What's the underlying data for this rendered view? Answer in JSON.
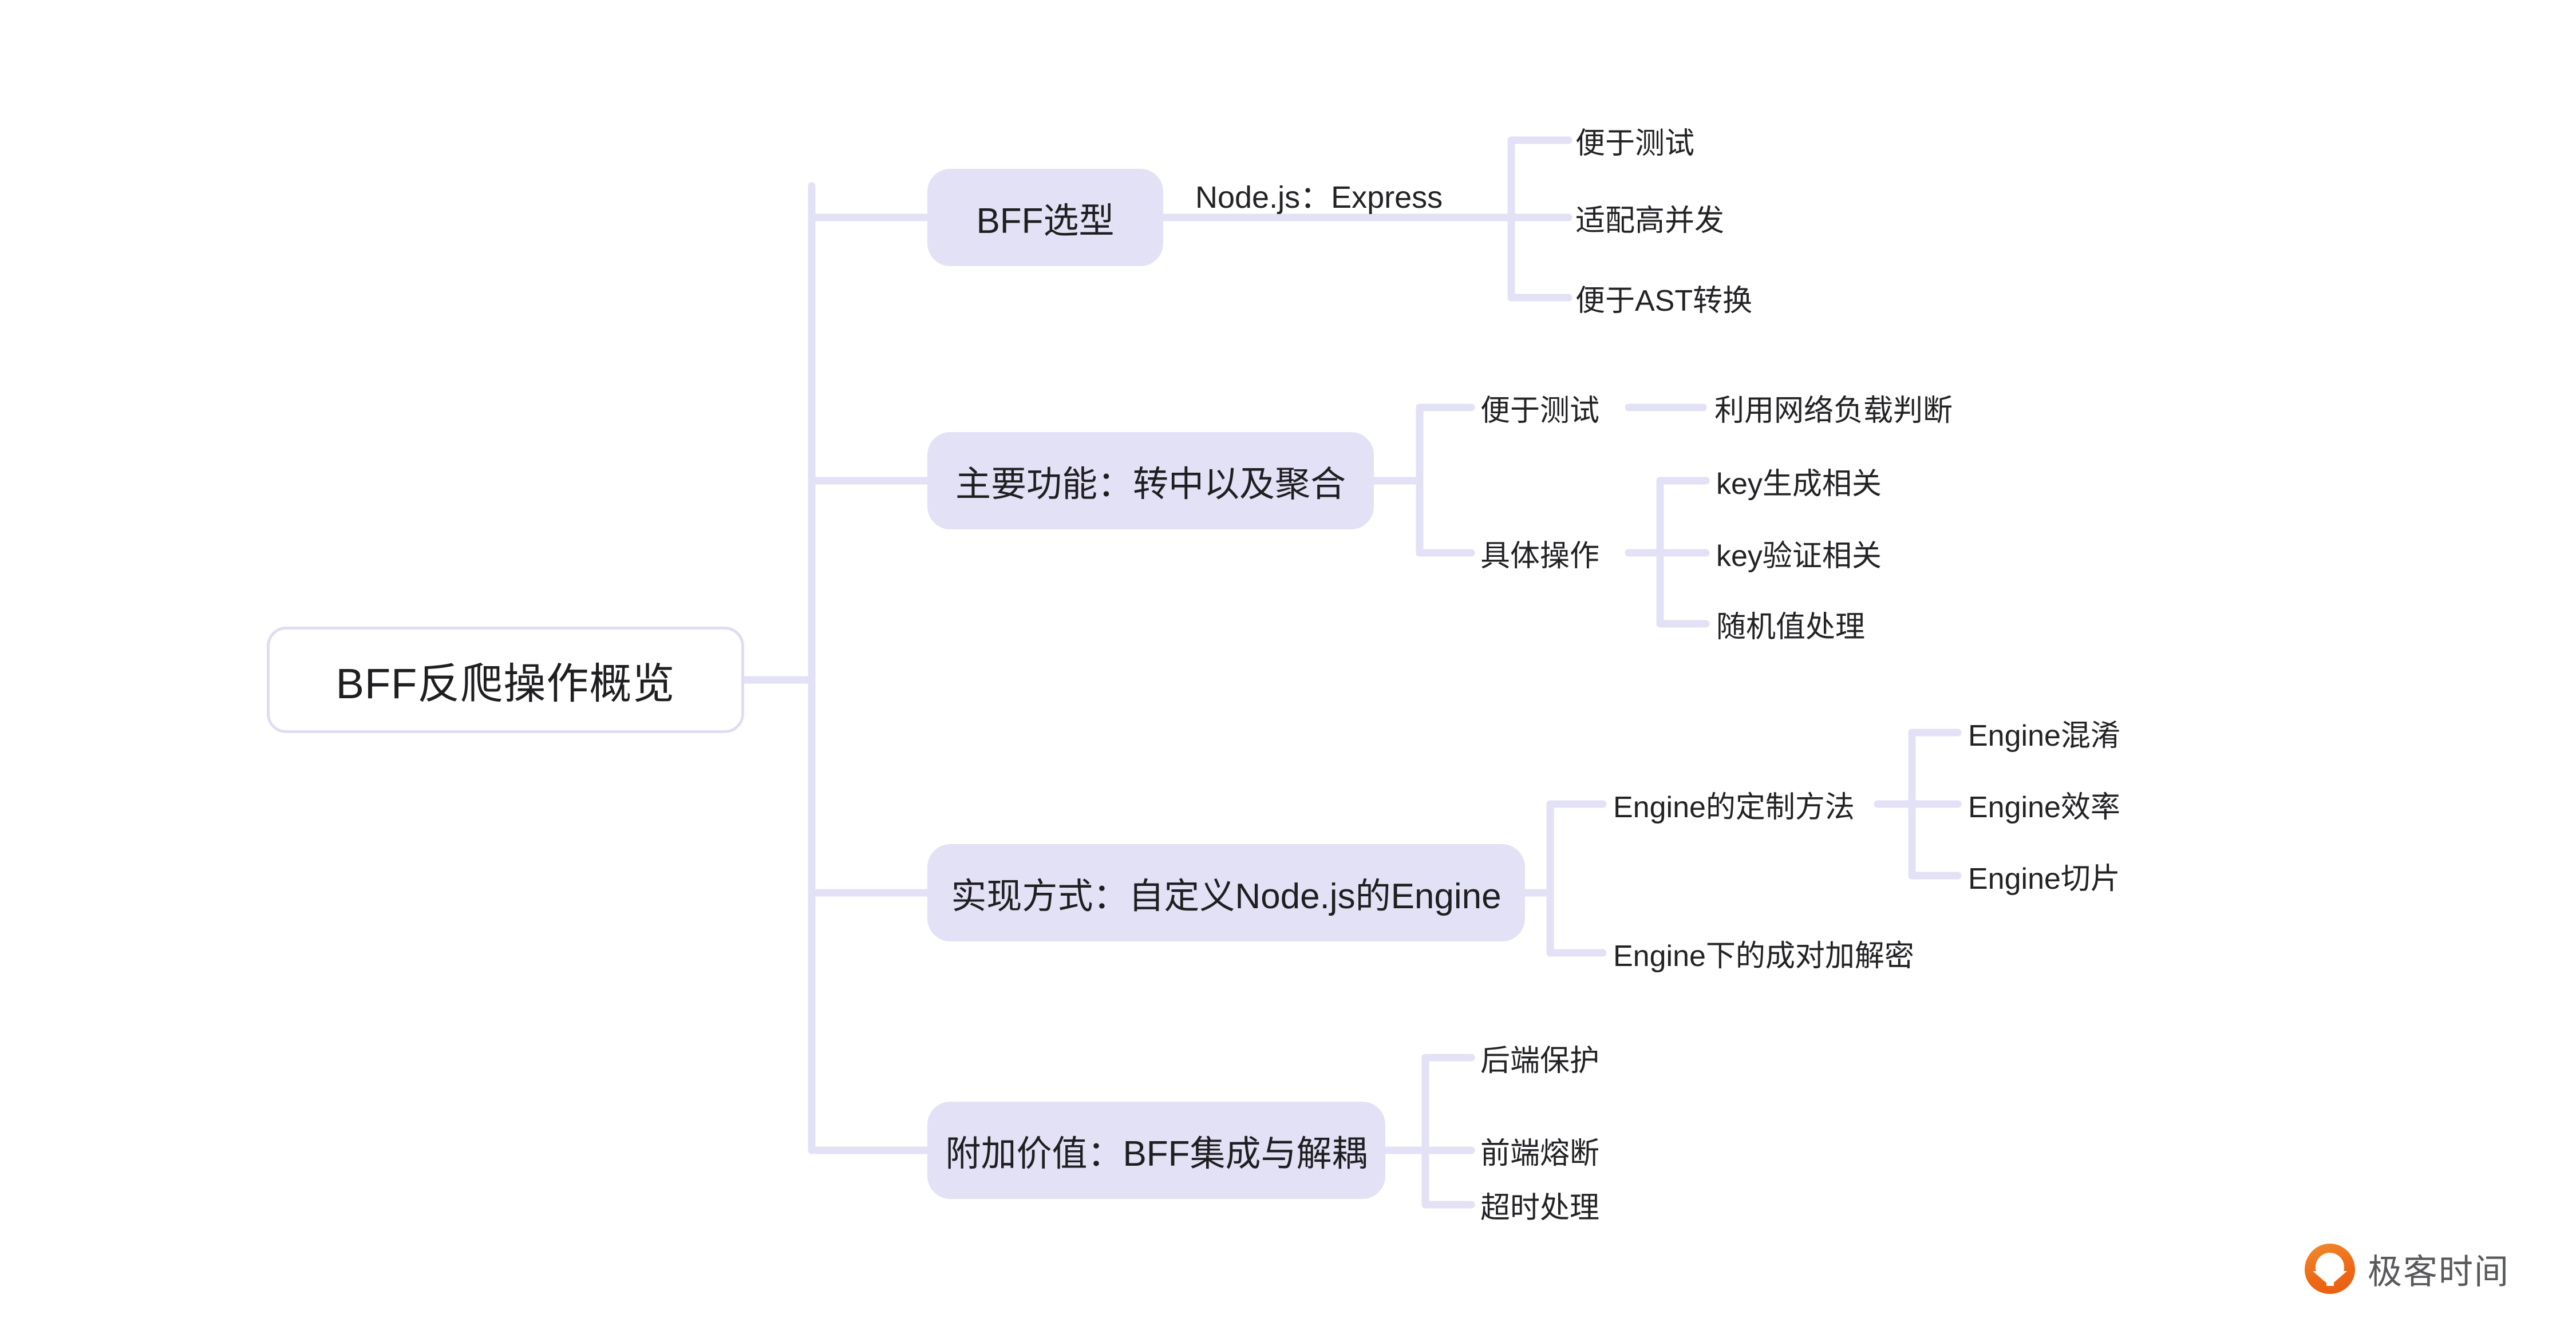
{
  "diagram": {
    "title": "BFF反爬操作概览",
    "type": "mindmap",
    "colors": {
      "connector": "#E3E1F5",
      "node_fill": "#E3E1F5",
      "root_fill": "#FFFFFF",
      "root_border": "#E0DDF3",
      "text": "#232326",
      "background": "#FFFFFF",
      "brand_orange": "#EE6A17",
      "brand_gray": "#58595B"
    },
    "root": {
      "label": "BFF反爬操作概览"
    },
    "branches": [
      {
        "label": "BFF选型",
        "edge_label": "Node.js：Express",
        "children": [
          {
            "label": "便于测试",
            "children": []
          },
          {
            "label": "适配高并发",
            "children": []
          },
          {
            "label": "便于AST转换",
            "children": []
          }
        ]
      },
      {
        "label": "主要功能：转中以及聚合",
        "edge_label": "",
        "children": [
          {
            "label": "便于测试",
            "children": [
              {
                "label": "利用网络负载判断"
              }
            ]
          },
          {
            "label": "具体操作",
            "children": [
              {
                "label": "key生成相关"
              },
              {
                "label": "key验证相关"
              },
              {
                "label": "随机值处理"
              }
            ]
          }
        ]
      },
      {
        "label": "实现方式：自定义Node.js的Engine",
        "edge_label": "",
        "children": [
          {
            "label": "Engine的定制方法",
            "children": [
              {
                "label": "Engine混淆"
              },
              {
                "label": "Engine效率"
              },
              {
                "label": "Engine切片"
              }
            ]
          },
          {
            "label": "Engine下的成对加解密",
            "children": []
          }
        ]
      },
      {
        "label": "附加价值：BFF集成与解耦",
        "edge_label": "",
        "children": [
          {
            "label": "后端保护",
            "children": []
          },
          {
            "label": "前端熔断",
            "children": []
          },
          {
            "label": "超时处理",
            "children": []
          }
        ]
      }
    ]
  },
  "brand": {
    "name": "极客时间",
    "mark": "geekbang-logo-icon"
  }
}
